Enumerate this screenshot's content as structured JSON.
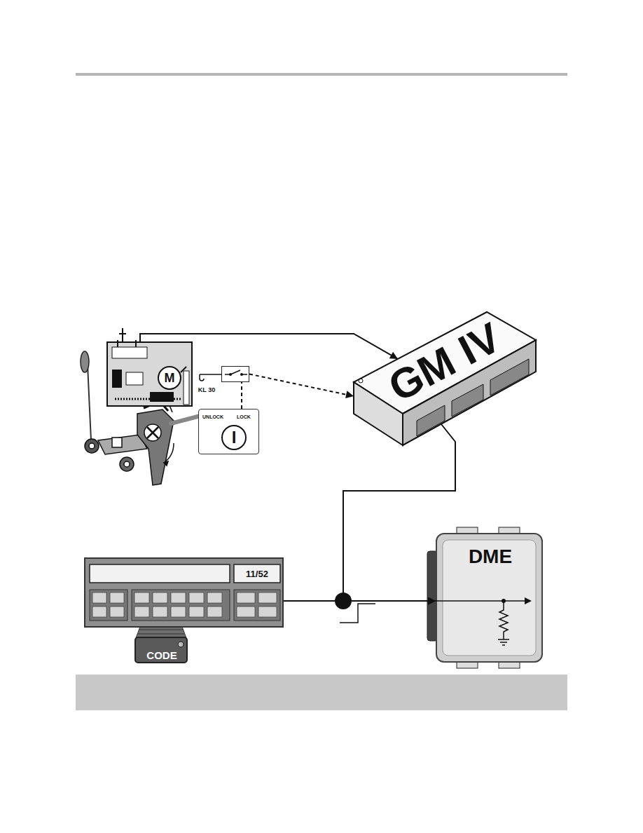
{
  "diagram": {
    "nodes": [
      {
        "text": [
          "M"
        ]
      },
      {
        "text": [
          "KL 30"
        ]
      },
      {
        "text": [
          "UNLOCK",
          "LOCK",
          "I"
        ]
      },
      {
        "text": [
          "GM IV"
        ]
      },
      {
        "text": [
          "11/52"
        ]
      },
      {
        "text": [
          "CODE"
        ]
      },
      {
        "text": [
          "DME"
        ]
      }
    ],
    "edges": [
      {
        "from": 0,
        "to": 3,
        "arrow": "to"
      },
      {
        "from": 1,
        "to": 3,
        "arrow": "to"
      },
      {
        "from": 2,
        "to": 1,
        "arrow": "none"
      },
      {
        "from": 3,
        "to": 6,
        "arrow": "to"
      },
      {
        "from": 4,
        "to": 6,
        "arrow": "to"
      }
    ]
  }
}
